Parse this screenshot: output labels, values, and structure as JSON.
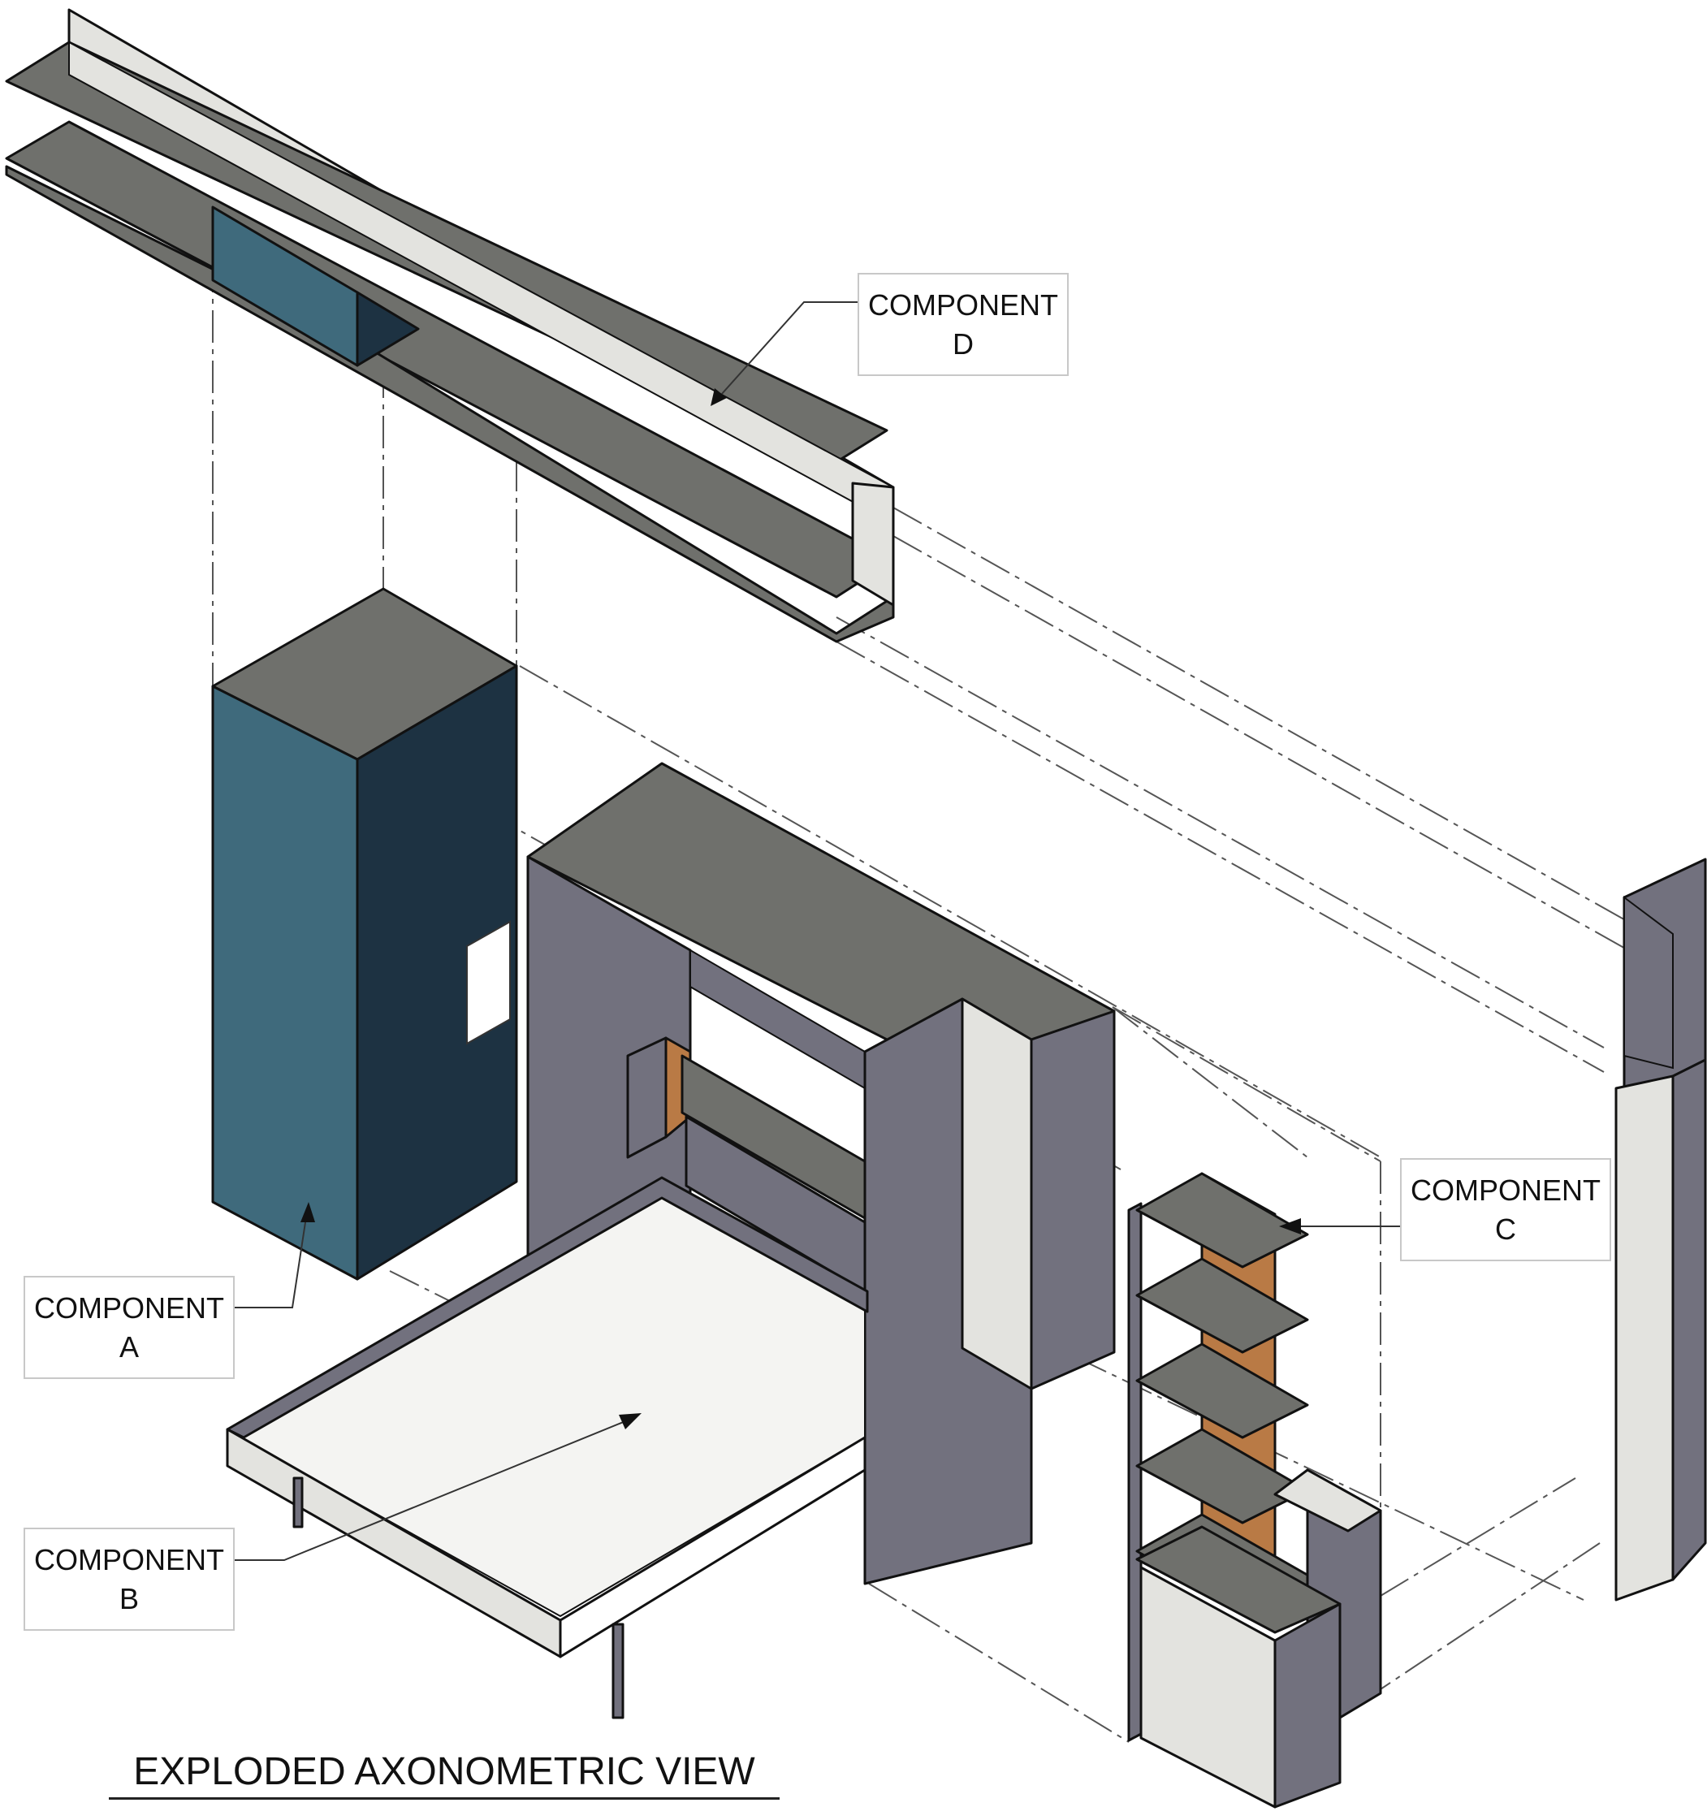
{
  "labels": {
    "component_d": {
      "line1": "COMPONENT",
      "line2": "D"
    },
    "component_c": {
      "line1": "COMPONENT",
      "line2": "C"
    },
    "component_a": {
      "line1": "COMPONENT",
      "line2": "A"
    },
    "component_b": {
      "line1": "COMPONENT",
      "line2": "B"
    }
  },
  "view_title": "EXPLODED AXONOMETRIC VIEW",
  "colors": {
    "charcoal_top": "#6f706c",
    "teal_front": "#3f6a7c",
    "teal_dark": "#1d3242",
    "slate_panel": "#72717e",
    "light_panel": "#e3e3df",
    "wood_back": "#b97a45",
    "white": "#ffffff"
  }
}
